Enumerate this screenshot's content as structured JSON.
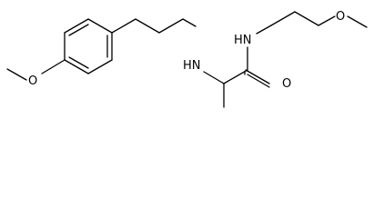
{
  "molecule": {
    "atom_labels": {
      "methoxy_oxygen": "O",
      "amine_nitrogen": "HN",
      "amide_nitrogen": "HN",
      "carbonyl_oxygen": "O",
      "ether_oxygen": "O"
    },
    "colors": {
      "background": "#ffffff",
      "bond": "#000000",
      "label": "#000000"
    }
  }
}
